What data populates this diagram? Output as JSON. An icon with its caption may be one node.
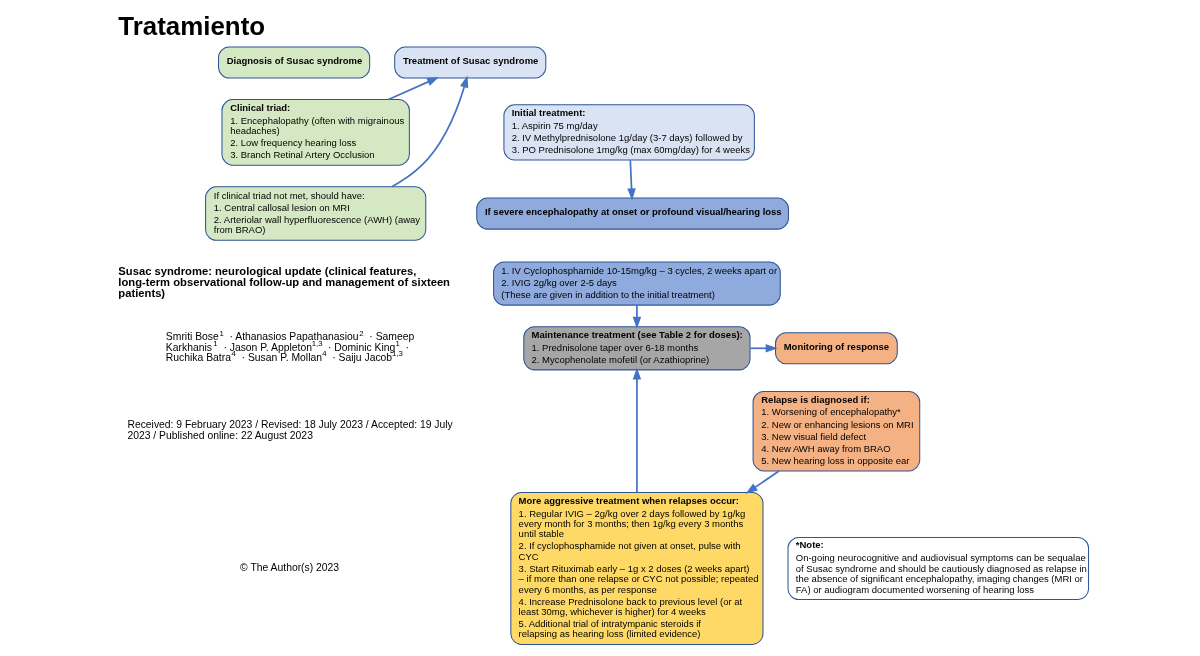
{
  "diagram": {
    "title": "Tratamiento",
    "nodes": [
      {
        "text": [
          "Diagnosis of Susac syndrome"
        ]
      },
      {
        "text": [
          "Clinical triad:",
          "1. Encephalopathy (often with migrainous headaches)",
          "2. Low frequency hearing loss",
          "3. Branch Retinal Artery Occlusion"
        ]
      },
      {
        "text": [
          "If clinical triad not met, should have:",
          "1. Central callosal lesion on MRI",
          "2. Arteriolar wall hyperfluorescence (AWH) (away from BRAO)"
        ]
      },
      {
        "text": [
          "Treatment of Susac syndrome"
        ]
      },
      {
        "text": [
          "Initial treatment:",
          "1. Aspirin 75 mg/day",
          "2. IV Methylprednisolone 1g/day (3-7 days) followed by",
          "3. PO Prednisolone 1mg/kg (max 60mg/day) for 4 weeks"
        ]
      },
      {
        "text": [
          "If severe encephalopathy at onset or profound visual/hearing loss"
        ]
      },
      {
        "text": [
          "1. IV Cyclophosphamide 10-15mg/kg – 3 cycles, 2 weeks apart or",
          "2. IVIG 2g/kg over 2-5 days",
          "(These are given in addition to the initial treatment)"
        ]
      },
      {
        "text": [
          "Maintenance treatment (see Table 2 for doses):",
          "1. Prednisolone taper over 6-18 months",
          "2. Mycophenolate mofetil (or Azathioprine)"
        ]
      },
      {
        "text": [
          "Monitoring of response"
        ]
      },
      {
        "text": [
          "Relapse is diagnosed if:",
          "1. Worsening of encephalopathy*",
          "2. New or enhancing lesions on MRI",
          "3. New visual field defect",
          "4. New AWH away from BRAO",
          "5. New hearing loss in opposite ear"
        ]
      },
      {
        "text": [
          "*Note:",
          "On-going neurocognitive and audiovisual symptoms can be sequalae of Susac syndrome and should be cautiously diagnosed as relapse in the absence of significant encephalopathy, imaging changes (MRI or FA) or audiogram documented worsening of hearing loss"
        ]
      },
      {
        "text": [
          "More aggressive treatment when relapses occur:",
          "1. Regular IVIG – 2g/kg over 2 days followed by 1g/kg every month for 3 months; then 1g/kg every 3 months until stable",
          "2. If cyclophosphamide not given at onset, pulse with CYC",
          "3. Start Rituximab early – 1g x 2 doses (2 weeks apart) – if more than one relapse or CYC not possible; repeated every 6 months, as per response",
          "4. Increase Prednisolone back to previous level (or at least 30mg, whichever is higher) for 4 weeks",
          "5. Additional trial of intratympanic steroids if relapsing as hearing loss (limited evidence)"
        ]
      }
    ],
    "edges": [
      {
        "from": 1,
        "to": 3,
        "arrow": "to"
      },
      {
        "from": 2,
        "to": 3,
        "arrow": "to"
      },
      {
        "from": 4,
        "to": 5,
        "arrow": "to"
      },
      {
        "from": 6,
        "to": 7,
        "arrow": "to"
      },
      {
        "from": 7,
        "to": 8,
        "arrow": "to"
      },
      {
        "from": 9,
        "to": 11,
        "arrow": "to"
      },
      {
        "from": 11,
        "to": 7,
        "arrow": "to"
      }
    ],
    "labels": [
      "Susac syndrome: neurological update (clinical features, long-term observational follow-up and management of sixteen patients)",
      "Smriti Bose$^{1}$ · Athanasios Papathanasiou$^{2}$ · Sameep Karkhanis$^{1}$ · Jason P. Appleton$^{1,3}$ · Dominic King$^{1}$ · Ruchika Batra$^{4}$ · Susan P. Mollan$^{4}$ · Saiju Jacob$^{1,3}$",
      "Received: 9 February 2023 / Revised: 18 July 2023 / Accepted: 19 July 2023 / Published online: 22 August 2023",
      "© The Author(s) 2023"
    ]
  }
}
